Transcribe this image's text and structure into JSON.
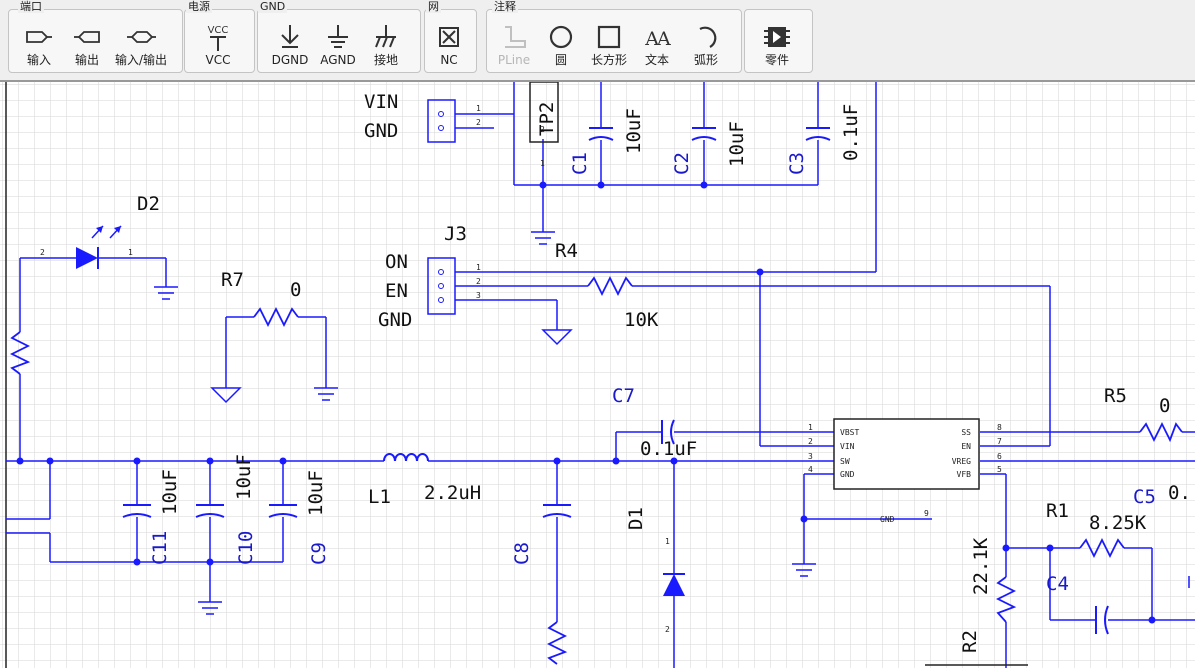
{
  "toolbar": {
    "groups": [
      {
        "title": "端口",
        "buttons": [
          {
            "label": "输入",
            "icon": "port-input-icon"
          },
          {
            "label": "输出",
            "icon": "port-output-icon"
          },
          {
            "label": "输入/输出",
            "icon": "port-bidir-icon"
          }
        ]
      },
      {
        "title": "电源",
        "buttons": [
          {
            "label": "VCC",
            "icon": "vcc-icon"
          }
        ]
      },
      {
        "title": "GND",
        "buttons": [
          {
            "label": "DGND",
            "icon": "dgnd-icon"
          },
          {
            "label": "AGND",
            "icon": "agnd-icon"
          },
          {
            "label": "接地",
            "icon": "earth-icon"
          }
        ]
      },
      {
        "title": "网",
        "buttons": [
          {
            "label": "NC",
            "icon": "no-connect-icon"
          }
        ]
      },
      {
        "title": "注释",
        "buttons": [
          {
            "label": "PLine",
            "icon": "pline-icon",
            "disabled": true
          },
          {
            "label": "圆",
            "icon": "circle-icon"
          },
          {
            "label": "长方形",
            "icon": "rectangle-icon"
          },
          {
            "label": "文本",
            "icon": "text-icon"
          },
          {
            "label": "弧形",
            "icon": "arc-icon"
          }
        ]
      },
      {
        "title": "",
        "buttons": [
          {
            "label": "零件",
            "icon": "part-icon"
          }
        ]
      }
    ]
  },
  "schematic": {
    "net_labels": {
      "vin": "VIN",
      "gnd1": "GND",
      "on": "ON",
      "en": "EN",
      "gnd2": "GND"
    },
    "components": {
      "tp2": "TP2",
      "c1": "C1",
      "c1_val": "10uF",
      "c2": "C2",
      "c2_val": "10uF",
      "c3": "C3",
      "c3_val": "0.1uF",
      "j3": "J3",
      "r4": "R4",
      "r4_val": "10K",
      "d2": "D2",
      "r7": "R7",
      "r7_val": "0",
      "c7": "C7",
      "c7_val": "0.1uF",
      "c11": "C11",
      "c11_val": "10uF",
      "c10": "C10",
      "c10_val": "10uF",
      "c9": "C9",
      "c9_val": "10uF",
      "l1": "L1",
      "l1_val": "2.2uH",
      "c8": "C8",
      "d1": "D1",
      "r5": "R5",
      "r5_val": "0",
      "c5": "C5",
      "c5_val": "0.",
      "r1": "R1",
      "r1_val": "8.25K",
      "c4": "C4",
      "r2": "R2",
      "r2_val": "22.1K"
    },
    "ic_pins_left": [
      "VBST",
      "VIN",
      "SW",
      "GND"
    ],
    "ic_pin_nums_left": [
      "1",
      "2",
      "3",
      "4"
    ],
    "ic_pins_right": [
      "SS",
      "EN",
      "VREG",
      "VFB"
    ],
    "ic_pin_nums_right": [
      "8",
      "7",
      "6",
      "5"
    ],
    "ic_gnd_pin": "GND",
    "ic_gnd_num": "9",
    "pins": {
      "one": "1",
      "two": "2",
      "three": "3"
    }
  }
}
